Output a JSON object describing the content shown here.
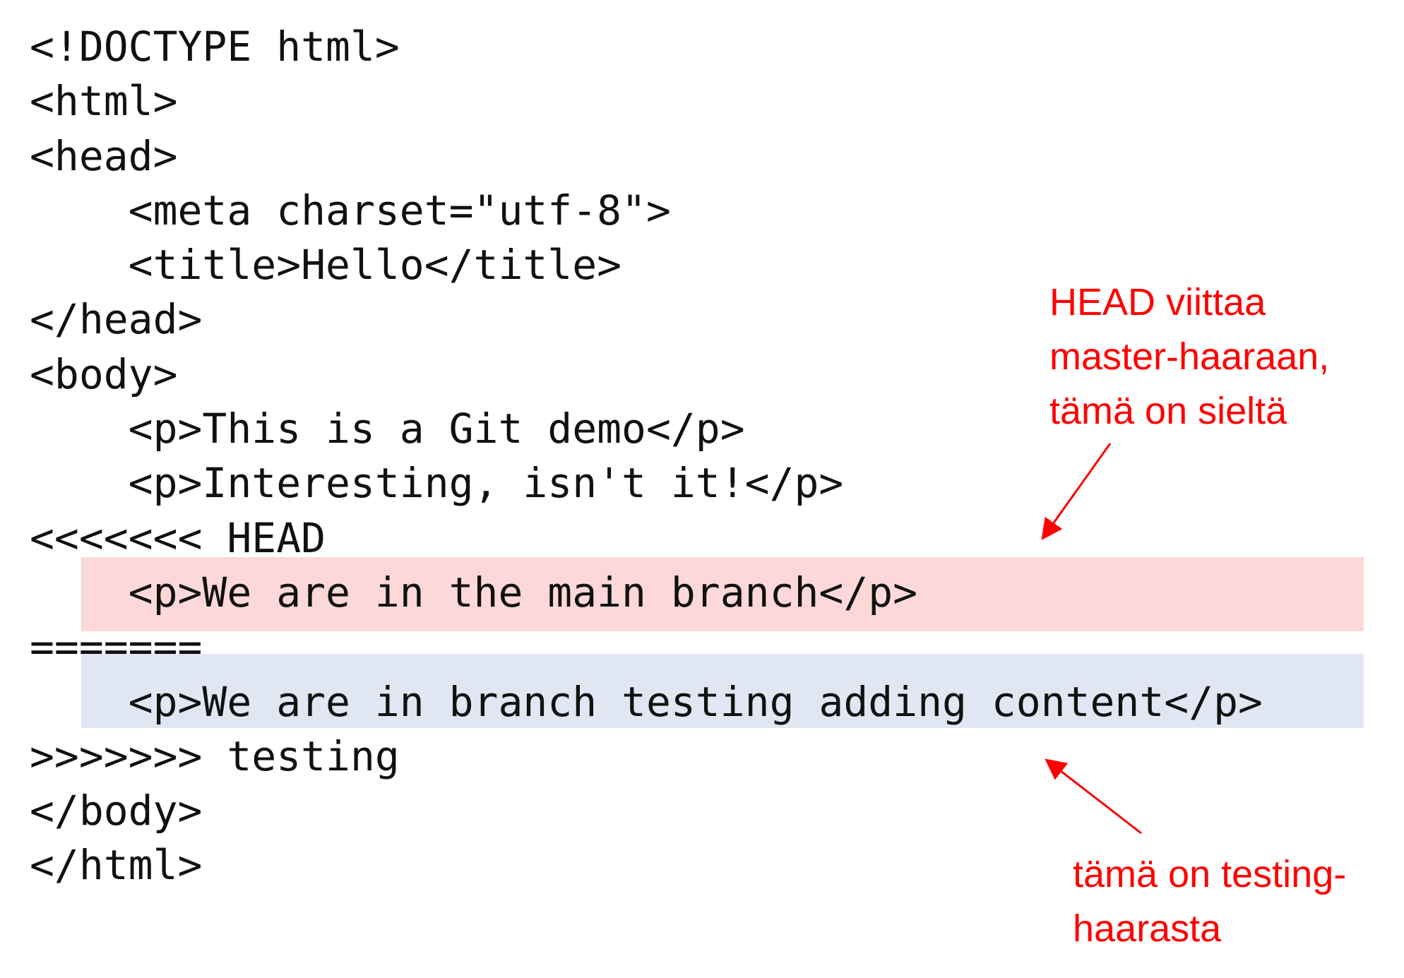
{
  "code_lines": [
    "<!DOCTYPE html>",
    "<html>",
    "<head>",
    "    <meta charset=\"utf-8\">",
    "    <title>Hello</title>",
    "</head>",
    "<body>",
    "    <p>This is a Git demo</p>",
    "    <p>Interesting, isn't it!</p>",
    "<<<<<<< HEAD",
    "    <p>We are in the main branch</p>",
    "=======",
    "    <p>We are in branch testing adding content</p>",
    ">>>>>>> testing",
    "</body>",
    "</html>"
  ],
  "annotations": {
    "head_note": [
      "HEAD viittaa",
      "master-haaraan,",
      "tämä on sieltä"
    ],
    "testing_note": [
      "tämä on testing-",
      "haarasta"
    ]
  },
  "colors": {
    "head_highlight": "#fdd8d8",
    "testing_highlight": "#e0e7f3",
    "annotation": "#ff0000"
  }
}
